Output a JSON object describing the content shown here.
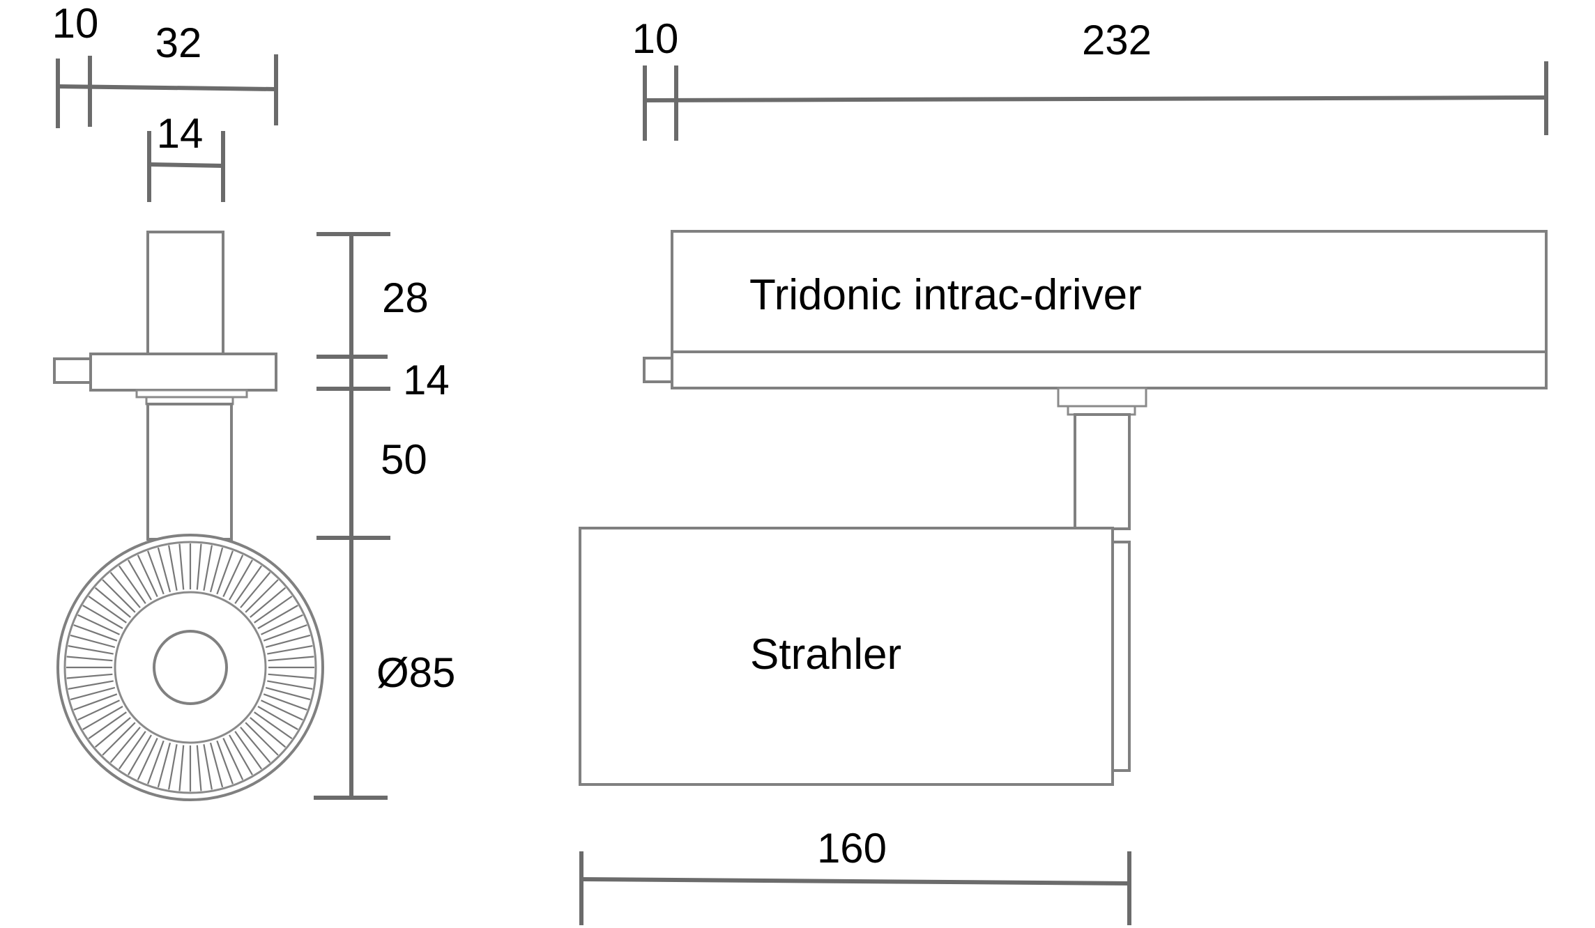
{
  "front_view": {
    "dim_offset": "10",
    "dim_width": "32",
    "dim_stem": "14",
    "dim_head": "28",
    "dim_adapter": "14",
    "dim_arm": "50",
    "dim_diameter": "Ø85"
  },
  "side_view": {
    "dim_offset": "10",
    "dim_length": "232",
    "driver_label": "Tridonic intrac-driver",
    "spot_label": "Strahler",
    "dim_spot_length": "160"
  },
  "colors": {
    "line": "#808080",
    "dimension": "#6b6b6b",
    "text": "#000000",
    "background": "#ffffff"
  }
}
